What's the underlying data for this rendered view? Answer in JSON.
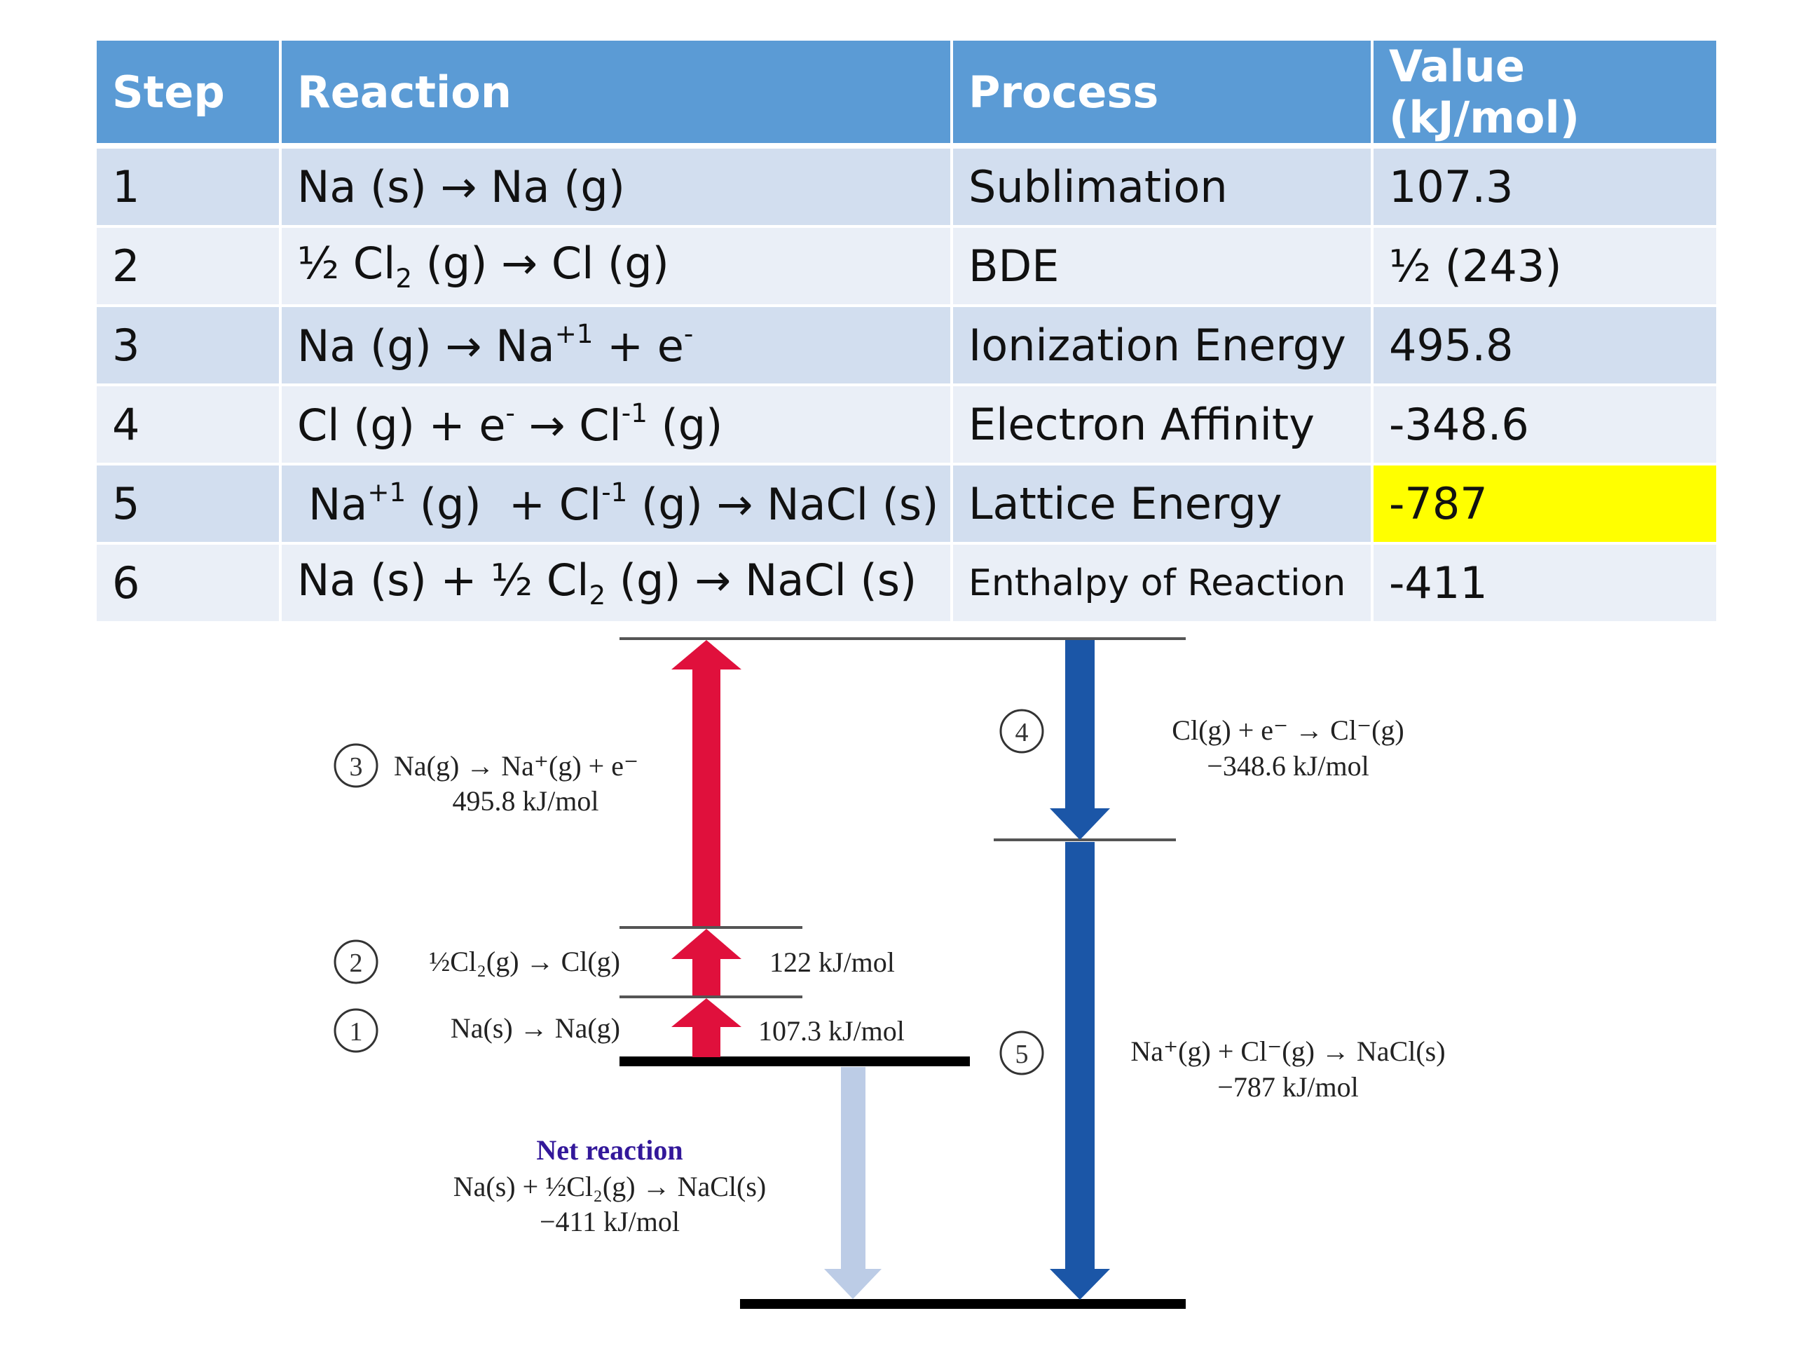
{
  "table": {
    "headers": [
      "Step",
      "Reaction",
      "Process",
      "Value (kJ/mol)"
    ],
    "rows": [
      {
        "step": "1",
        "reaction": [
          "Na (s) ",
          "→",
          " Na (g)"
        ],
        "process": "Sublimation",
        "value": "107.3"
      },
      {
        "step": "2",
        "reaction": [
          "½ Cl",
          "2",
          " (g) ",
          "→",
          " Cl (g)"
        ],
        "process": "BDE",
        "value": "½ (243)"
      },
      {
        "step": "3",
        "reaction": [
          "Na (g) ",
          "→",
          " Na",
          "+1",
          " + e",
          "-"
        ],
        "process": "Ionization Energy",
        "value": "495.8"
      },
      {
        "step": "4",
        "reaction": [
          "Cl (g) + e",
          "-",
          " ",
          "→",
          " Cl",
          "-1",
          " (g)"
        ],
        "process": "Electron Affinity",
        "value": "-348.6"
      },
      {
        "step": "5",
        "reaction": [
          "Na",
          "+1",
          " (g)  + Cl",
          "-1",
          " (g) ",
          "→",
          " NaCl (s)"
        ],
        "process": "Lattice Energy",
        "value": "-787",
        "highlight": true
      },
      {
        "step": "6",
        "reaction": [
          "Na (s) + ½ Cl",
          "2",
          " (g) ",
          "→",
          " NaCl (s)"
        ],
        "process": "Enthalpy of Reaction",
        "value": "-411"
      }
    ]
  },
  "diagram": {
    "colors": {
      "up_arrow": "#e0103c",
      "down_arrow": "#1b56a7",
      "net_arrow": "#bccce6",
      "net_label": "#33189a",
      "line": "#555555",
      "base": "#000000"
    },
    "steps": [
      {
        "num": "1",
        "eq": "Na(s) → Na(g)",
        "value": "107.3 kJ/mol",
        "direction": "up"
      },
      {
        "num": "2",
        "eq": "½Cl₂(g) → Cl(g)",
        "value": "122 kJ/mol",
        "direction": "up"
      },
      {
        "num": "3",
        "eq": "Na(g) → Na⁺(g) + e⁻",
        "value": "495.8 kJ/mol",
        "direction": "up"
      },
      {
        "num": "4",
        "eq": "Cl(g) + e⁻ → Cl⁻(g)",
        "value": "−348.6 kJ/mol",
        "direction": "down"
      },
      {
        "num": "5",
        "eq": "Na⁺(g) + Cl⁻(g) → NaCl(s)",
        "value": "−787 kJ/mol",
        "direction": "down"
      }
    ],
    "net": {
      "title": "Net reaction",
      "eq": "Na(s) + ½Cl₂(g) → NaCl(s)",
      "value": "−411 kJ/mol"
    }
  }
}
